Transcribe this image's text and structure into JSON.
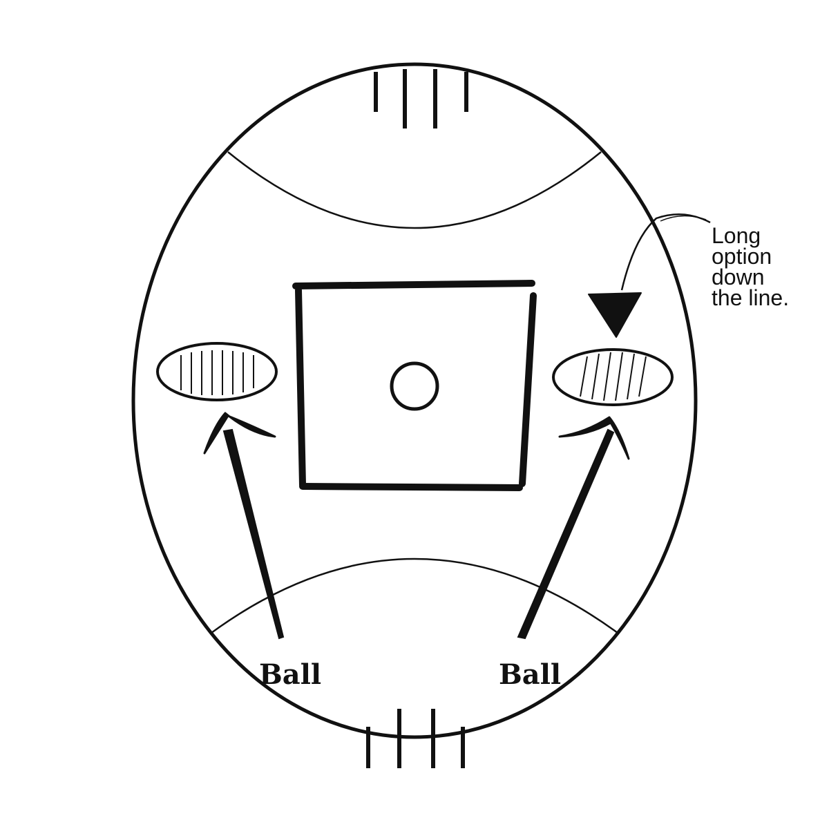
{
  "annotation": {
    "lines": [
      "Long",
      "option",
      "down",
      "the line."
    ]
  },
  "labels": {
    "left_ball": "Ball",
    "right_ball": "Ball"
  },
  "colors": {
    "ink": "#111111",
    "background": "#ffffff"
  }
}
